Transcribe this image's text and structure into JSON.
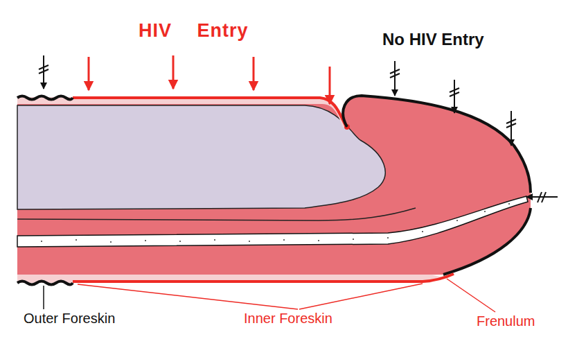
{
  "diagram": {
    "labels": [
      "HIV Entry",
      "No HIV Entry",
      "Outer Foreskin",
      "Inner Foreskin",
      "Frenulum"
    ]
  }
}
